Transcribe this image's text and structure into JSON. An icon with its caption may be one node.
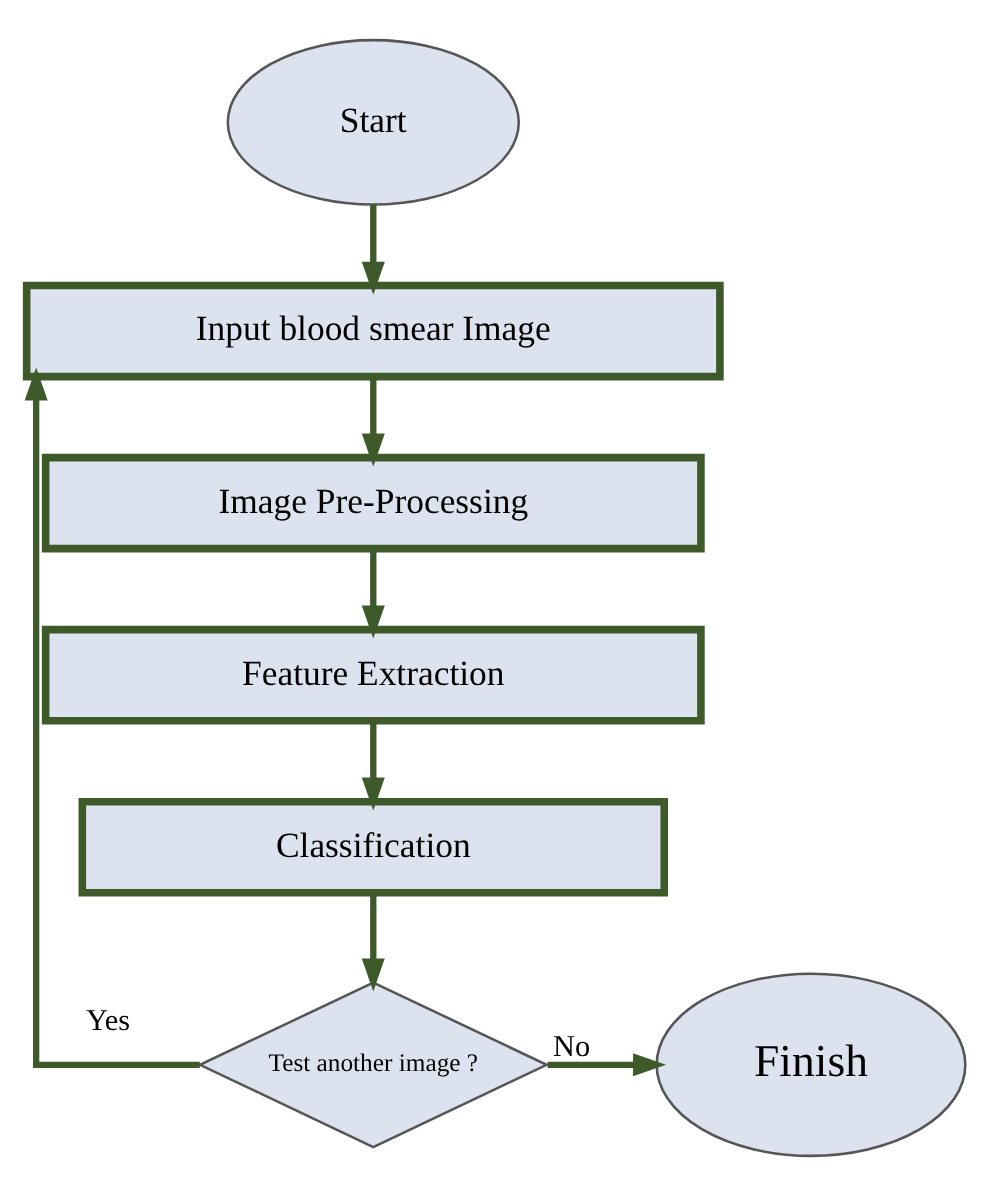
{
  "diagram": {
    "nodes": [
      {
        "text": [
          "Start"
        ]
      },
      {
        "text": [
          "Input blood smear Image"
        ]
      },
      {
        "text": [
          "Image Pre-Processing"
        ]
      },
      {
        "text": [
          "Feature Extraction"
        ]
      },
      {
        "text": [
          "Classification"
        ]
      },
      {
        "text": [
          "Test another image ?"
        ]
      },
      {
        "text": [
          "Finish"
        ]
      }
    ],
    "edges": [
      {
        "from": 0,
        "to": 1,
        "arrow": "to"
      },
      {
        "from": 1,
        "to": 2,
        "arrow": "to"
      },
      {
        "from": 2,
        "to": 3,
        "arrow": "to"
      },
      {
        "from": 3,
        "to": 4,
        "arrow": "to"
      },
      {
        "from": 4,
        "to": 5,
        "arrow": "to"
      },
      {
        "from": 5,
        "to": 1,
        "arrow": "to",
        "label": "Yes"
      },
      {
        "from": 5,
        "to": 6,
        "arrow": "to",
        "label": "No"
      }
    ]
  }
}
